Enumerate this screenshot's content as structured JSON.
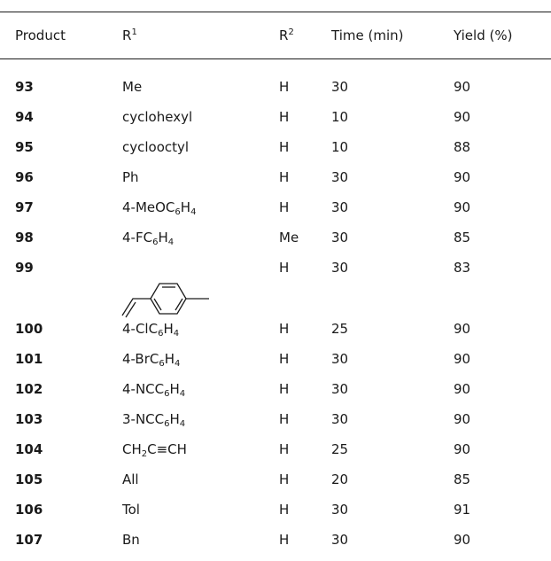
{
  "headers": {
    "product": "Product",
    "r1": "R",
    "r1_sup": "1",
    "r2": "R",
    "r2_sup": "2",
    "time": "Time (min)",
    "yield": "Yield (%)"
  },
  "rows": [
    {
      "product": "93",
      "r1_pre": "Me",
      "r1_sub1": "",
      "r1_mid": "",
      "r1_sub2": "",
      "r1_post": "",
      "r2": "H",
      "time": "30",
      "yield": "90"
    },
    {
      "product": "94",
      "r1_pre": "cyclohexyl",
      "r1_sub1": "",
      "r1_mid": "",
      "r1_sub2": "",
      "r1_post": "",
      "r2": "H",
      "time": "10",
      "yield": "90"
    },
    {
      "product": "95",
      "r1_pre": "cyclooctyl",
      "r1_sub1": "",
      "r1_mid": "",
      "r1_sub2": "",
      "r1_post": "",
      "r2": "H",
      "time": "10",
      "yield": "88"
    },
    {
      "product": "96",
      "r1_pre": "Ph",
      "r1_sub1": "",
      "r1_mid": "",
      "r1_sub2": "",
      "r1_post": "",
      "r2": "H",
      "time": "30",
      "yield": "90"
    },
    {
      "product": "97",
      "r1_pre": "4-MeOC",
      "r1_sub1": "6",
      "r1_mid": "H",
      "r1_sub2": "4",
      "r1_post": "",
      "r2": "H",
      "time": "30",
      "yield": "90"
    },
    {
      "product": "98",
      "r1_pre": "4-FC",
      "r1_sub1": "6",
      "r1_mid": "H",
      "r1_sub2": "4",
      "r1_post": "",
      "r2": "Me",
      "time": "30",
      "yield": "85"
    },
    {
      "product": "99",
      "r1_pre": "",
      "r1_sub1": "",
      "r1_mid": "",
      "r1_sub2": "",
      "r1_post": "",
      "r2": "H",
      "time": "30",
      "yield": "83"
    },
    {
      "product": "100",
      "r1_pre": "4-ClC",
      "r1_sub1": "6",
      "r1_mid": "H",
      "r1_sub2": "4",
      "r1_post": "",
      "r2": "H",
      "time": "25",
      "yield": "90"
    },
    {
      "product": "101",
      "r1_pre": "4-BrC",
      "r1_sub1": "6",
      "r1_mid": "H",
      "r1_sub2": "4",
      "r1_post": "",
      "r2": "H",
      "time": "30",
      "yield": "90"
    },
    {
      "product": "102",
      "r1_pre": "4-NCC",
      "r1_sub1": "6",
      "r1_mid": "H",
      "r1_sub2": "4",
      "r1_post": "",
      "r2": "H",
      "time": "30",
      "yield": "90"
    },
    {
      "product": "103",
      "r1_pre": "3-NCC",
      "r1_sub1": "6",
      "r1_mid": "H",
      "r1_sub2": "4",
      "r1_post": "",
      "r2": "H",
      "time": "30",
      "yield": "90"
    },
    {
      "product": "104",
      "r1_pre": "CH",
      "r1_sub1": "2",
      "r1_mid": "C≡CH",
      "r1_sub2": "",
      "r1_post": "",
      "r2": "H",
      "time": "25",
      "yield": "90"
    },
    {
      "product": "105",
      "r1_pre": "All",
      "r1_sub1": "",
      "r1_mid": "",
      "r1_sub2": "",
      "r1_post": "",
      "r2": "H",
      "time": "20",
      "yield": "85"
    },
    {
      "product": "106",
      "r1_pre": "Tol",
      "r1_sub1": "",
      "r1_mid": "",
      "r1_sub2": "",
      "r1_post": "",
      "r2": "H",
      "time": "30",
      "yield": "91"
    },
    {
      "product": "107",
      "r1_pre": "Bn",
      "r1_sub1": "",
      "r1_mid": "",
      "r1_sub2": "",
      "r1_post": "",
      "r2": "H",
      "time": "30",
      "yield": "90"
    }
  ]
}
